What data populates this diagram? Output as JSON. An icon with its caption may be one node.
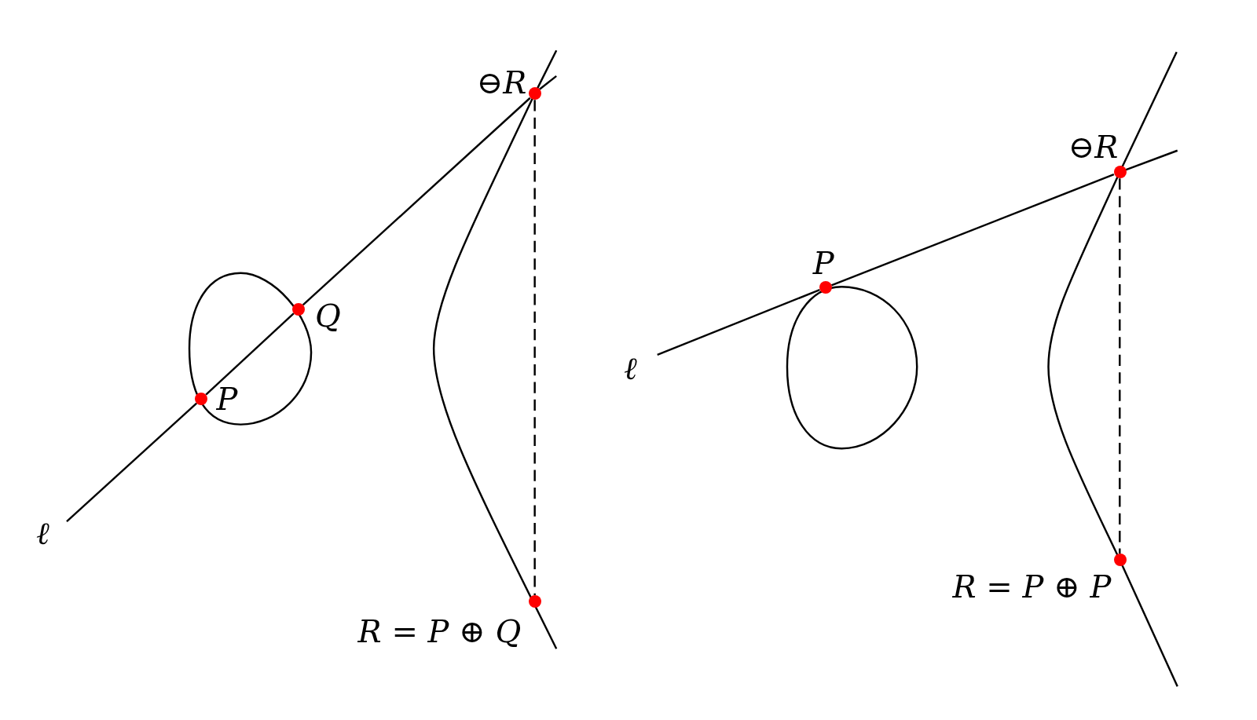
{
  "diagram": {
    "nodes": [
      {
        "text": [],
        "shape": "circle",
        "beside": [
          "P"
        ]
      },
      {
        "text": [],
        "shape": "circle",
        "beside": [
          "Q"
        ]
      },
      {
        "text": [],
        "shape": "circle",
        "beside": [
          "⊖R"
        ]
      },
      {
        "text": [],
        "shape": "circle",
        "beside": [
          "R = P ⊕ Q"
        ]
      },
      {
        "text": [],
        "shape": "circle",
        "beside": [
          "P"
        ]
      },
      {
        "text": [],
        "shape": "circle",
        "beside": [
          "⊖R"
        ]
      },
      {
        "text": [],
        "shape": "circle",
        "beside": [
          "R = P ⊕ P"
        ]
      }
    ],
    "edges": [
      {
        "from": 0,
        "to": 1,
        "arrow": "none"
      },
      {
        "from": 1,
        "to": 2,
        "arrow": "none"
      },
      {
        "from": 2,
        "to": 3,
        "arrow": "none",
        "style": "dashed"
      },
      {
        "from": 4,
        "to": 5,
        "arrow": "none"
      },
      {
        "from": 5,
        "to": 6,
        "arrow": "none",
        "style": "dashed"
      }
    ],
    "labels": [
      "ℓ",
      "ℓ"
    ]
  }
}
